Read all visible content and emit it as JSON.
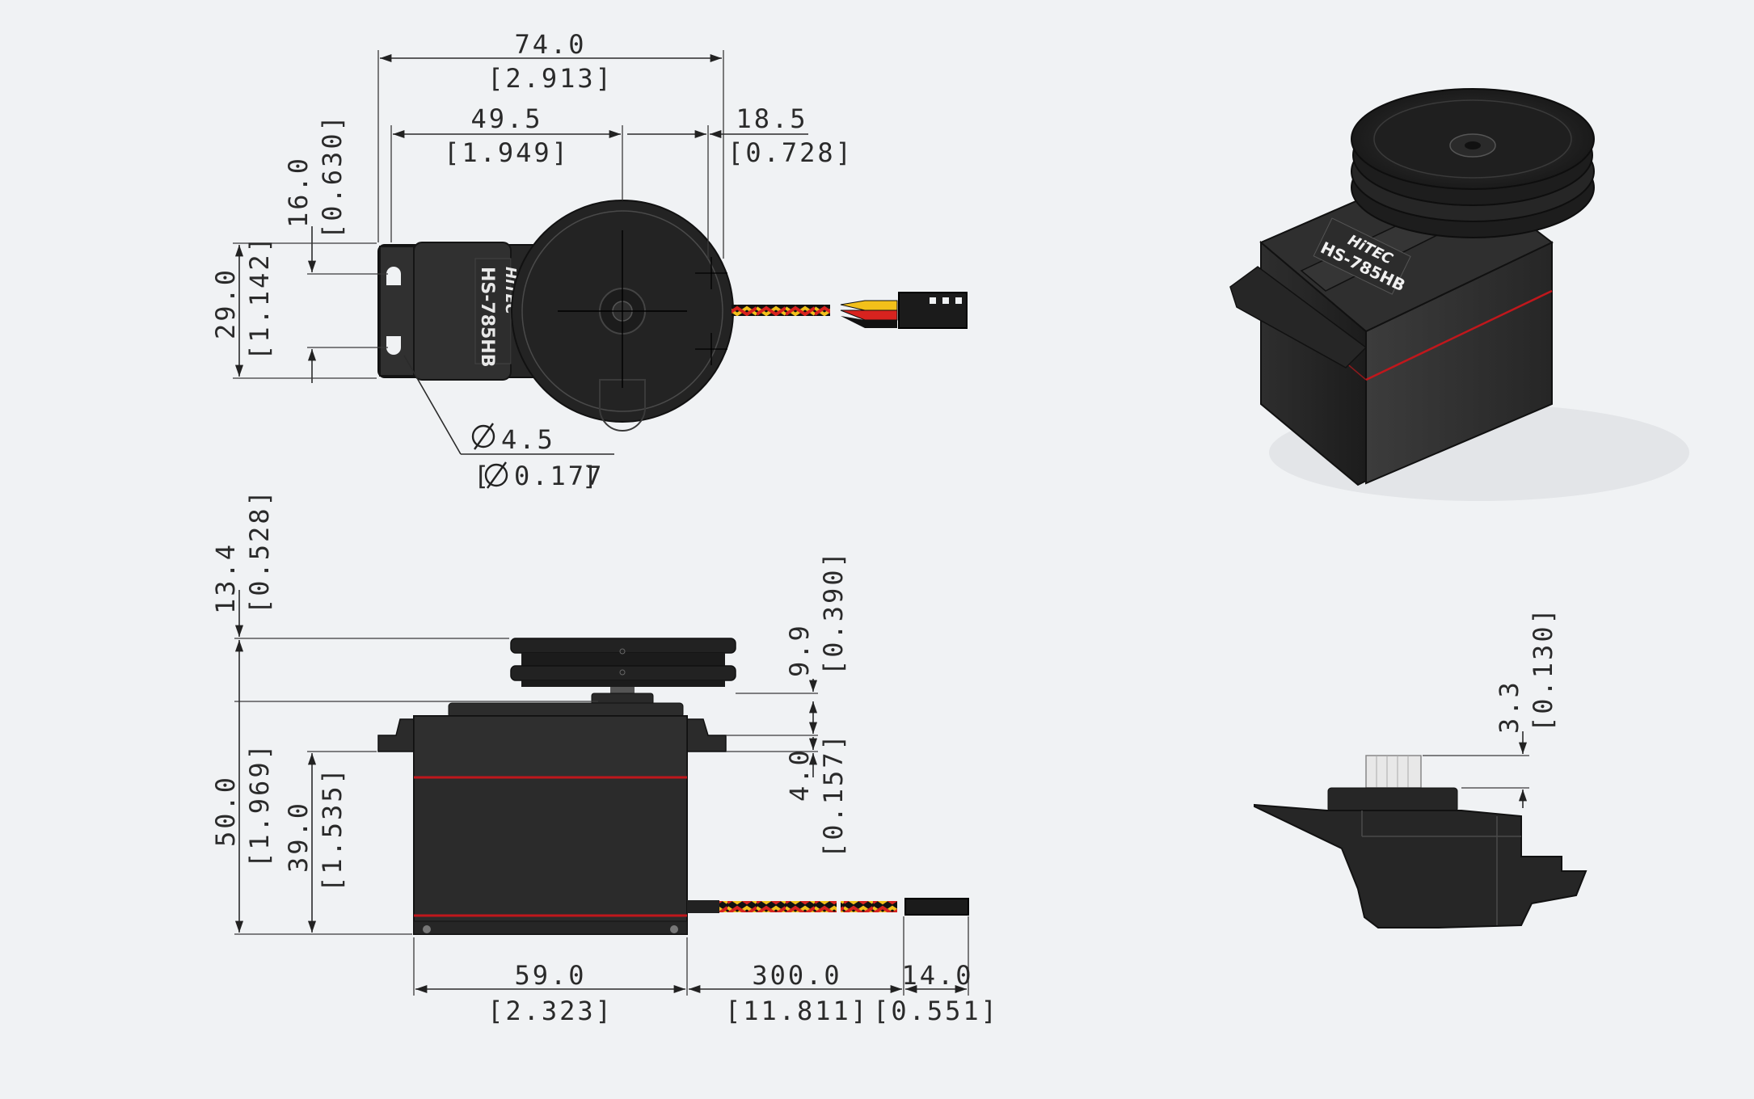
{
  "top_view": {
    "width_overall": "74.0",
    "width_overall_in": "[2.913]",
    "axis_offset": "49.5",
    "axis_offset_in": "[1.949]",
    "wheel_offset": "18.5",
    "wheel_offset_in": "[0.728]",
    "hole_spacing": "16.0",
    "hole_spacing_in": "[0.630]",
    "body_width": "29.0",
    "body_width_in": "[1.142]",
    "hole_dia_mm": "4.5",
    "hole_dia_in": "0.177",
    "model_label": "HS-785HB",
    "brand_label": "HiTEC"
  },
  "side_view": {
    "pulley_height": "13.4",
    "pulley_height_in": "[0.528]",
    "pulley_gap": "9.9",
    "pulley_gap_in": "[0.390]",
    "flange_thickness": "4.0",
    "flange_thickness_in": "[0.157]",
    "total_height": "50.0",
    "total_height_in": "[1.969]",
    "flange_height": "39.0",
    "flange_height_in": "[1.535]",
    "body_length": "59.0",
    "body_length_in": "[2.323]",
    "cable_length": "300.0",
    "cable_length_in": "[11.811]",
    "connector_length": "14.0",
    "connector_length_in": "[0.551]"
  },
  "iso_view": {
    "model_label": "HS-785HB",
    "brand_label": "HiTEC"
  },
  "end_view": {
    "spline_height": "3.3",
    "spline_height_in": "[0.130]"
  },
  "colors": {
    "background": "#f0f2f4",
    "body": "#262626",
    "accent": "#c0171c",
    "wire_red": "#d8231f",
    "wire_yellow": "#f2c01a",
    "wire_black": "#111111"
  }
}
